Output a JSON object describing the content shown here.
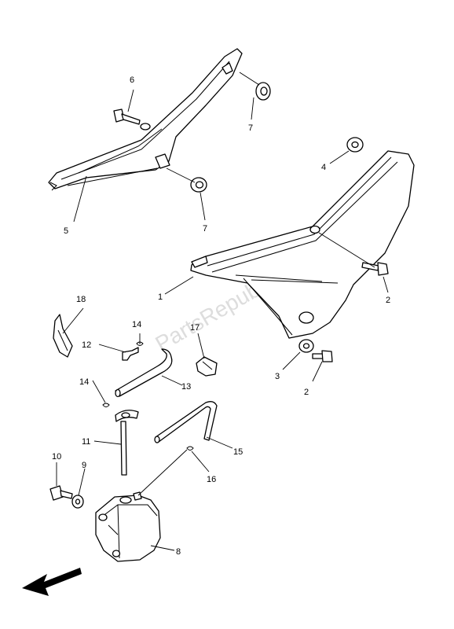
{
  "watermark": "PartsRepublik",
  "callouts": [
    "1",
    "2",
    "2",
    "3",
    "4",
    "5",
    "6",
    "7",
    "7",
    "8",
    "9",
    "10",
    "11",
    "12",
    "13",
    "14",
    "14",
    "15",
    "16",
    "17",
    "18"
  ],
  "icons": [
    "direction-arrow-icon"
  ]
}
